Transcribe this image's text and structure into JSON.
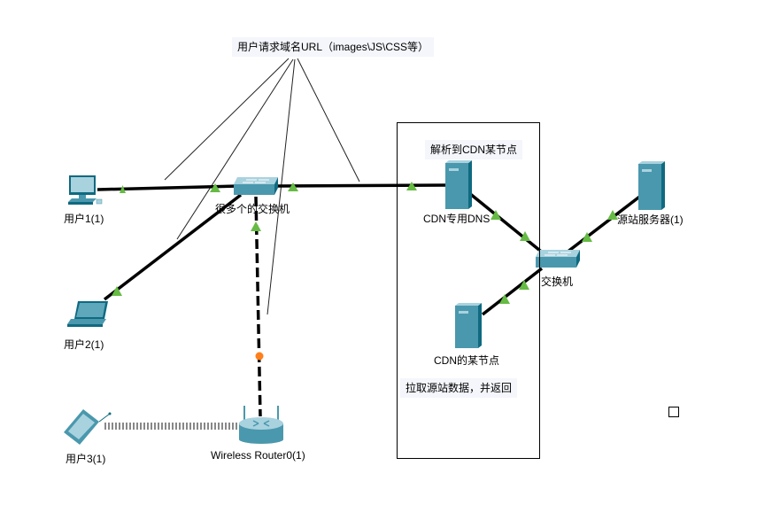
{
  "notes": {
    "request": "用户请求域名URL（images\\JS\\CSS等）",
    "resolve": "解析到CDN某节点",
    "pull": "拉取源站数据，并返回"
  },
  "devices": {
    "user1": "用户1(1)",
    "user2": "用户2(1)",
    "user3": "用户3(1)",
    "switch_many": "很多个的交换机",
    "cdn_dns": "CDN专用DNS",
    "switch": "交换机",
    "origin_server": "源站服务器(1)",
    "cdn_node": "CDN的某节点",
    "wireless_router": "Wireless Router0(1)"
  },
  "colors": {
    "link": "#000000",
    "link_up": "#66bb44",
    "link_pending": "#ff7f1a",
    "device_body": "#4a98ad",
    "device_dark": "#0f6a80",
    "device_light": "#a9d2df",
    "note_bg": "#f4f6fb"
  }
}
